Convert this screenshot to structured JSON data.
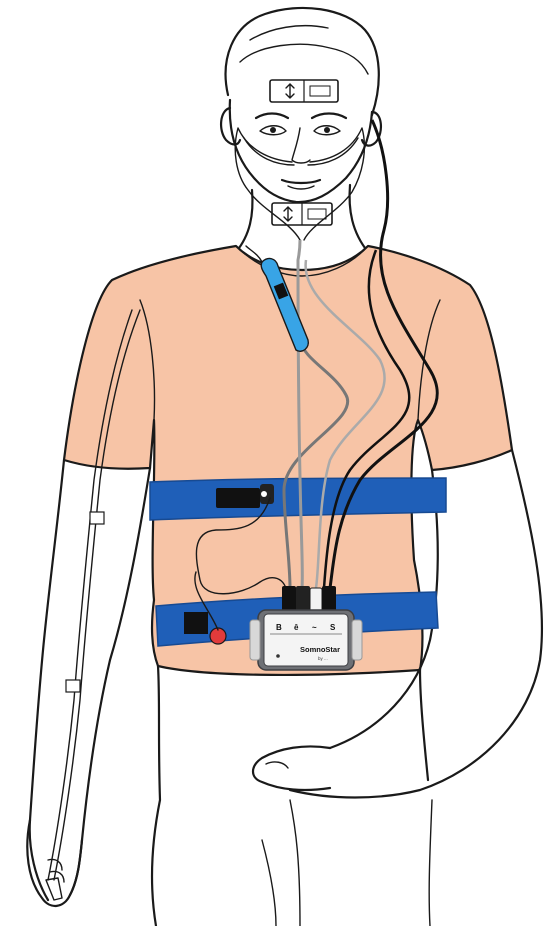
{
  "device": {
    "brand_label": "SomnoStar",
    "sub_label": "by ...",
    "port_symbols": [
      "B",
      "ê",
      "~",
      "S"
    ]
  },
  "colors": {
    "skin": "#f7c4a6",
    "shirt_outline": "#c98a6b",
    "belt": "#1f5fb8",
    "belt_edge": "#174a92",
    "device_body": "#6e7075",
    "device_face": "#f4f4f4",
    "sensor_blue": "#38a4e6",
    "cable_gray": "#8a8a8a",
    "cable_black": "#111111",
    "electrode_red": "#e23b3b"
  },
  "icons": [
    "effort-belt-sensor-icon",
    "electrode-icon",
    "oximeter-probe-icon",
    "nasal-cannula-icon",
    "recorder-icon"
  ]
}
